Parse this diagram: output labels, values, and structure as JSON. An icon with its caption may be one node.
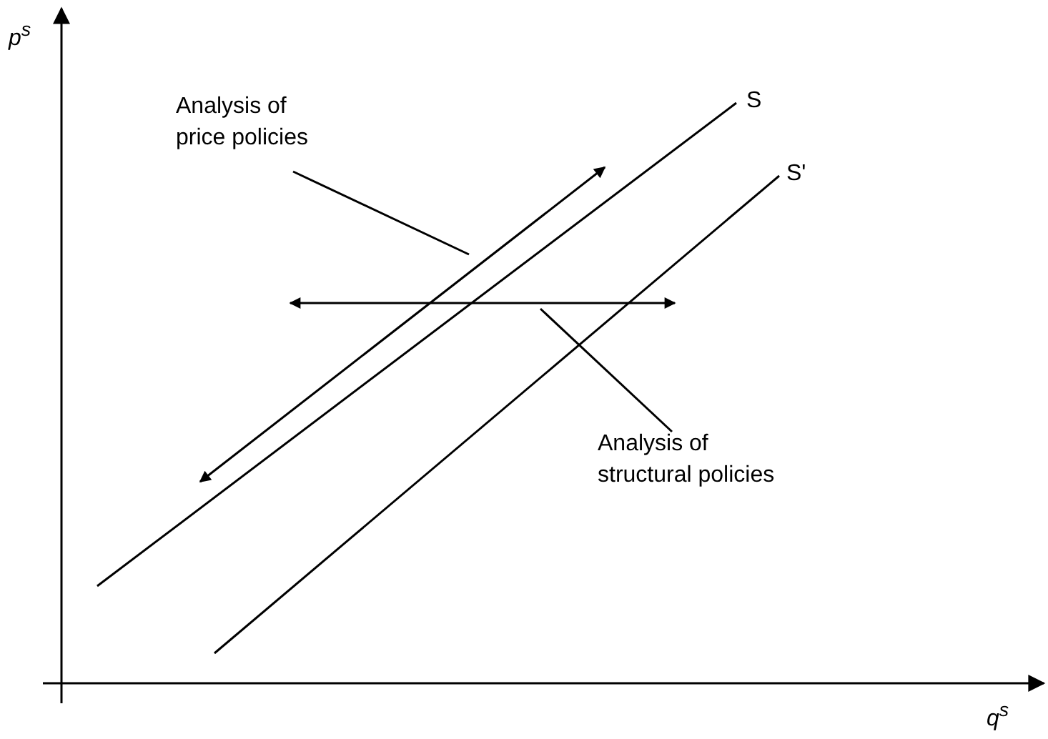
{
  "diagram": {
    "nodes": [
      {
        "text": [
          "Analysis of price policies"
        ]
      },
      {
        "text": [],
        "shape": "arrow"
      },
      {
        "text": [],
        "shape": "arrow"
      },
      {
        "text": [
          "Analysis of structural policies"
        ]
      }
    ],
    "edges": [
      {
        "from": 0,
        "to": 1,
        "arrow": "none"
      },
      {
        "from": 3,
        "to": 2,
        "arrow": "none"
      }
    ],
    "labels": [
      "p$^{s}$",
      "S",
      "S'",
      "q$^{s}$"
    ]
  }
}
